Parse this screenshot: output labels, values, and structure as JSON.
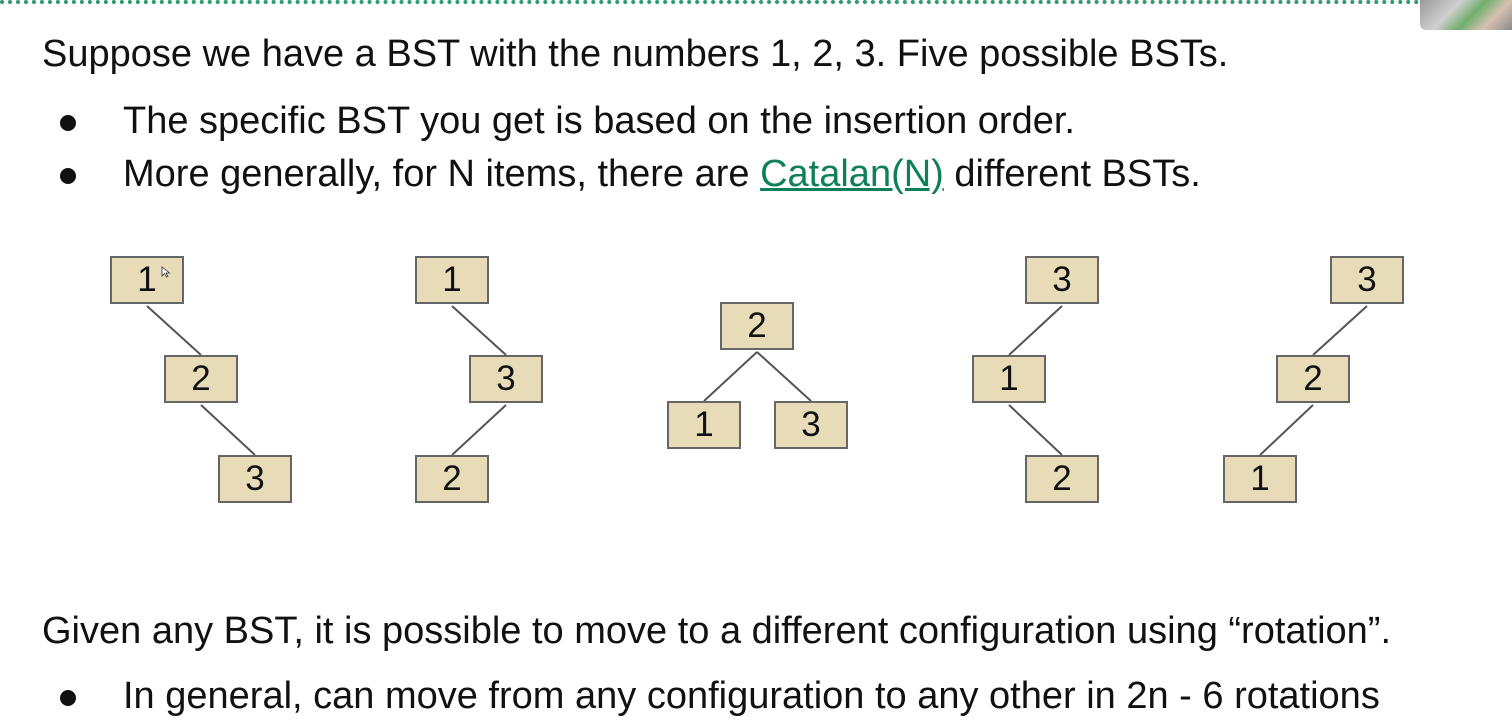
{
  "slide": {
    "intro": "Suppose we have a BST with the numbers 1, 2, 3. Five possible BSTs.",
    "bullet1": "The specific BST you get is based on the insertion order.",
    "bullet2_before": "More generally, for N items, there are ",
    "bullet2_link": "Catalan(N)",
    "bullet2_after": " different BSTs.",
    "rotation_text": "Given any BST, it is possible to move to a different configuration using “rotation”.",
    "rotation_bullet": "In general, can move from any configuration to any other in 2n - 6 rotations"
  },
  "trees": [
    {
      "nodes": [
        "1",
        "2",
        "3"
      ]
    },
    {
      "nodes": [
        "1",
        "3",
        "2"
      ]
    },
    {
      "nodes": [
        "2",
        "1",
        "3"
      ]
    },
    {
      "nodes": [
        "3",
        "1",
        "2"
      ]
    },
    {
      "nodes": [
        "3",
        "2",
        "1"
      ]
    }
  ],
  "colors": {
    "node_fill": "#e8dbb8",
    "node_border": "#666666",
    "edge": "#555555",
    "link": "#0f7f5a",
    "top_dots": "#2e9a6d"
  },
  "icons": {
    "bullet": "filled-circle",
    "cursor": "mouse-pointer-icon"
  }
}
